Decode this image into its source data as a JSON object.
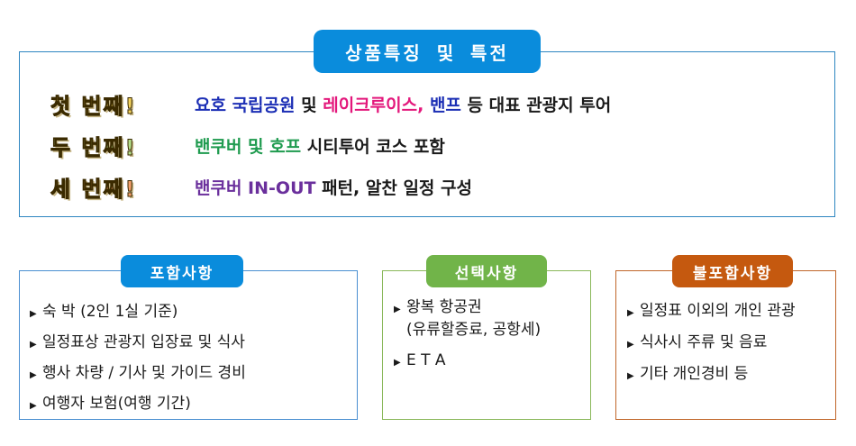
{
  "header": {
    "title": "상품특징 및 특전"
  },
  "features": [
    {
      "tag": "첫 번째!",
      "segments": [
        {
          "text": "요호 국립공원 ",
          "color": "#1c2fb5"
        },
        {
          "text": "및 ",
          "color": "#1a1a1a"
        },
        {
          "text": "레이크루이스, ",
          "color": "#e3177b"
        },
        {
          "text": "밴프 ",
          "color": "#1c2fb5"
        },
        {
          "text": "등 대표 관광지 투어",
          "color": "#1a1a1a"
        }
      ]
    },
    {
      "tag": "두 번째!",
      "segments": [
        {
          "text": "밴쿠버 및 호프 ",
          "color": "#1f9b4f"
        },
        {
          "text": "시티투어 코스 포함",
          "color": "#1a1a1a"
        }
      ]
    },
    {
      "tag": "세 번째!",
      "segments": [
        {
          "text": "밴쿠버 IN-OUT ",
          "color": "#6a2f9c"
        },
        {
          "text": "패턴, 알찬 일정 구성",
          "color": "#1a1a1a"
        }
      ]
    }
  ],
  "included": {
    "title": "포함사항",
    "items": [
      "숙 박 (2인 1실 기준)",
      "일정표상 관광지 입장료 및 식사",
      "행사 차량 / 기사 및 가이드 경비",
      "여행자 보험(여행 기간)"
    ]
  },
  "optional": {
    "title": "선택사항",
    "items": [
      {
        "line1": "왕복 항공권",
        "line2": "(유류할증료, 공항세)"
      },
      {
        "line1": "E T A",
        "line2": ""
      }
    ]
  },
  "excluded": {
    "title": "불포함사항",
    "items": [
      "일정표 이외의 개인 관광",
      "식사시 주류 및 음료",
      "기타 개인경비 등"
    ]
  },
  "bullet_glyph": "▶"
}
